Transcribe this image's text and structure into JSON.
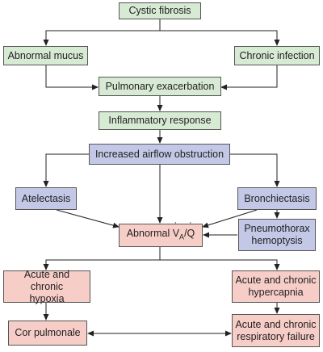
{
  "nodes": {
    "cystic_fibrosis": "Cystic fibrosis",
    "abnormal_mucus": "Abnormal mucus",
    "chronic_infection": "Chronic infection",
    "pulmonary_exacerbation": "Pulmonary exacerbation",
    "inflammatory_response": "Inflammatory response",
    "increased_airflow_obstruction": "Increased airflow obstruction",
    "atelectasis": "Atelectasis",
    "bronchiectasis": "Bronchiectasis",
    "abnormal_vq": {
      "prefix": "Abnormal ",
      "v": "V",
      "a": "A",
      "slash": "/",
      "q": "Q"
    },
    "pneumothorax_hemoptysis": "Pneumothorax\nhemoptysis",
    "hypoxia": "Acute and chronic\nhypoxia",
    "hypercapnia": "Acute and chronic\nhypercapnia",
    "cor_pulmonale": "Cor pulmonale",
    "respiratory_failure": "Acute and chronic\nrespiratory failure"
  },
  "colors": {
    "green": "#d7ead4",
    "blue": "#c3c8e6",
    "pink": "#f7cdc8",
    "line": "#222222"
  }
}
